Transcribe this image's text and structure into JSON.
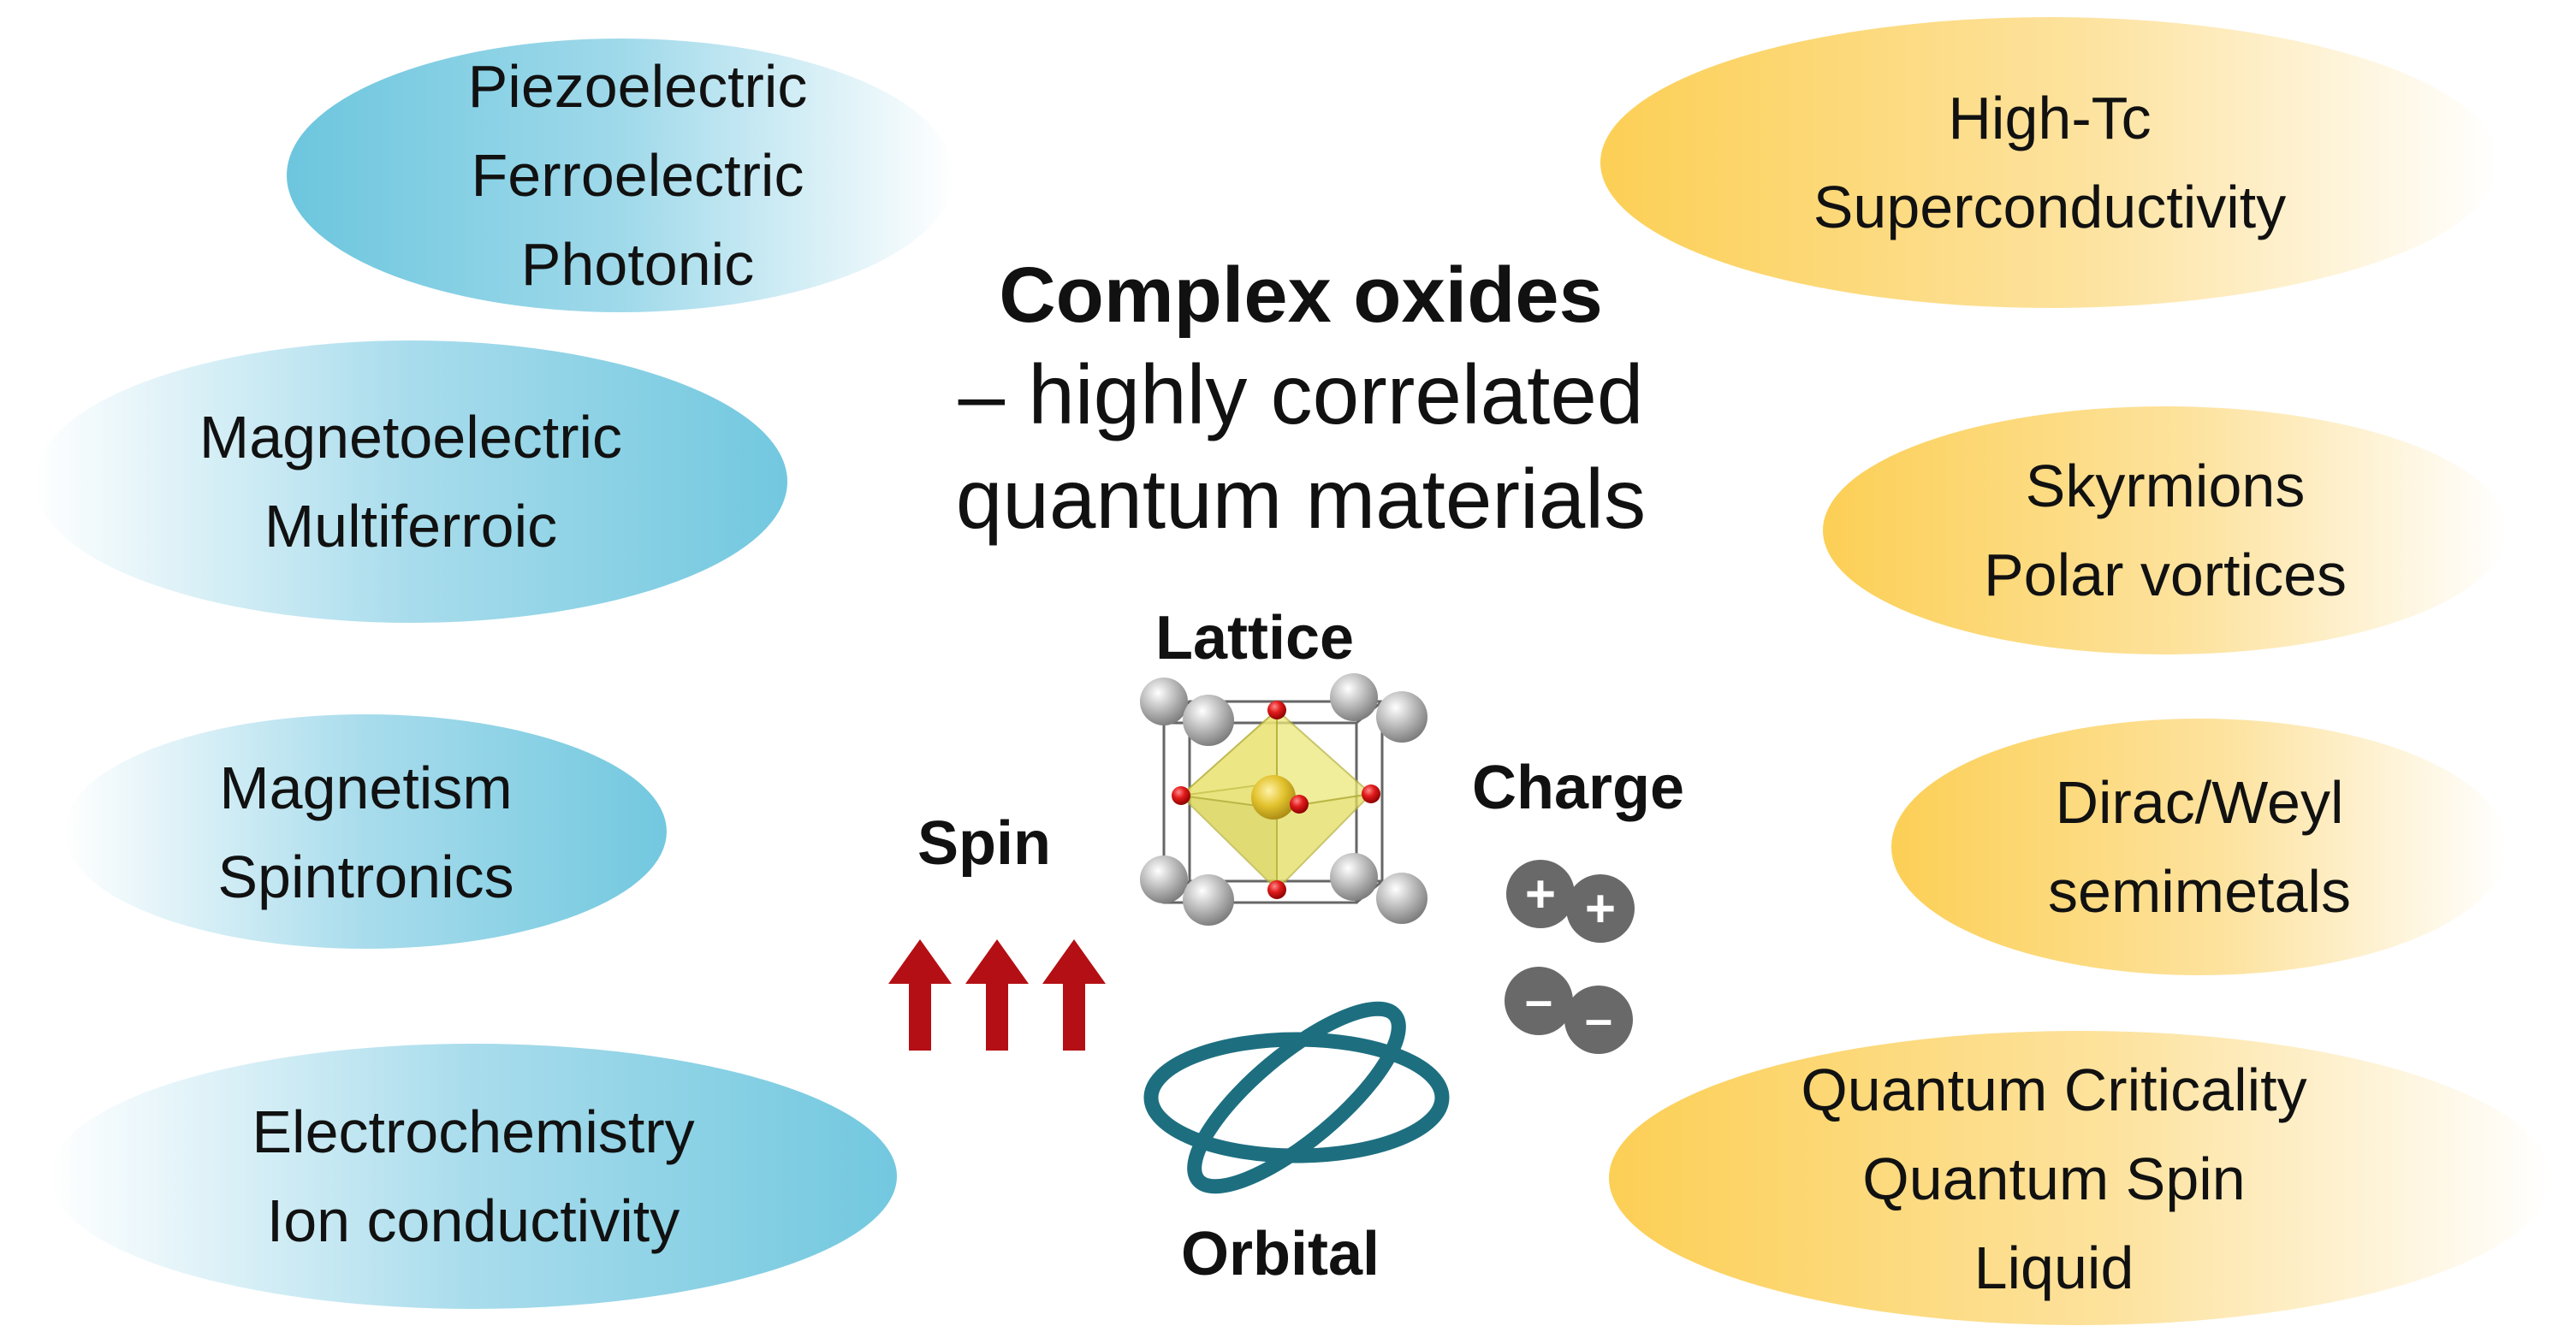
{
  "title": {
    "line1": "Complex oxides",
    "line2": "– highly correlated",
    "line3": "quantum materials"
  },
  "colors": {
    "blue": "#7bcbe0",
    "yellow": "#fcd25b",
    "spin_arrow": "#b40f14",
    "orbital": "#1d6f80",
    "charge": "#696969",
    "octahedron": "#e2dc55",
    "oxygen_atom": "#e11b1b",
    "corner_atom": "#b5b5b5"
  },
  "left_bubbles": [
    {
      "lines": [
        "Piezoelectric",
        "Ferroelectric",
        "Photonic"
      ]
    },
    {
      "lines": [
        "Magnetoelectric",
        "Multiferroic"
      ]
    },
    {
      "lines": [
        "Magnetism",
        "Spintronics"
      ]
    },
    {
      "lines": [
        "Electrochemistry",
        "Ion conductivity"
      ]
    }
  ],
  "right_bubbles": [
    {
      "lines": [
        "High-Tc",
        "Superconductivity"
      ]
    },
    {
      "lines": [
        "Skyrmions",
        "Polar vortices"
      ]
    },
    {
      "lines": [
        "Dirac/Weyl",
        "semimetals"
      ]
    },
    {
      "lines": [
        "Quantum Criticality",
        "Quantum Spin",
        "Liquid"
      ]
    }
  ],
  "center_labels": {
    "lattice": "Lattice",
    "spin": "Spin",
    "charge": "Charge",
    "orbital": "Orbital"
  },
  "charge_symbols": {
    "plus": "+",
    "minus": "–"
  }
}
